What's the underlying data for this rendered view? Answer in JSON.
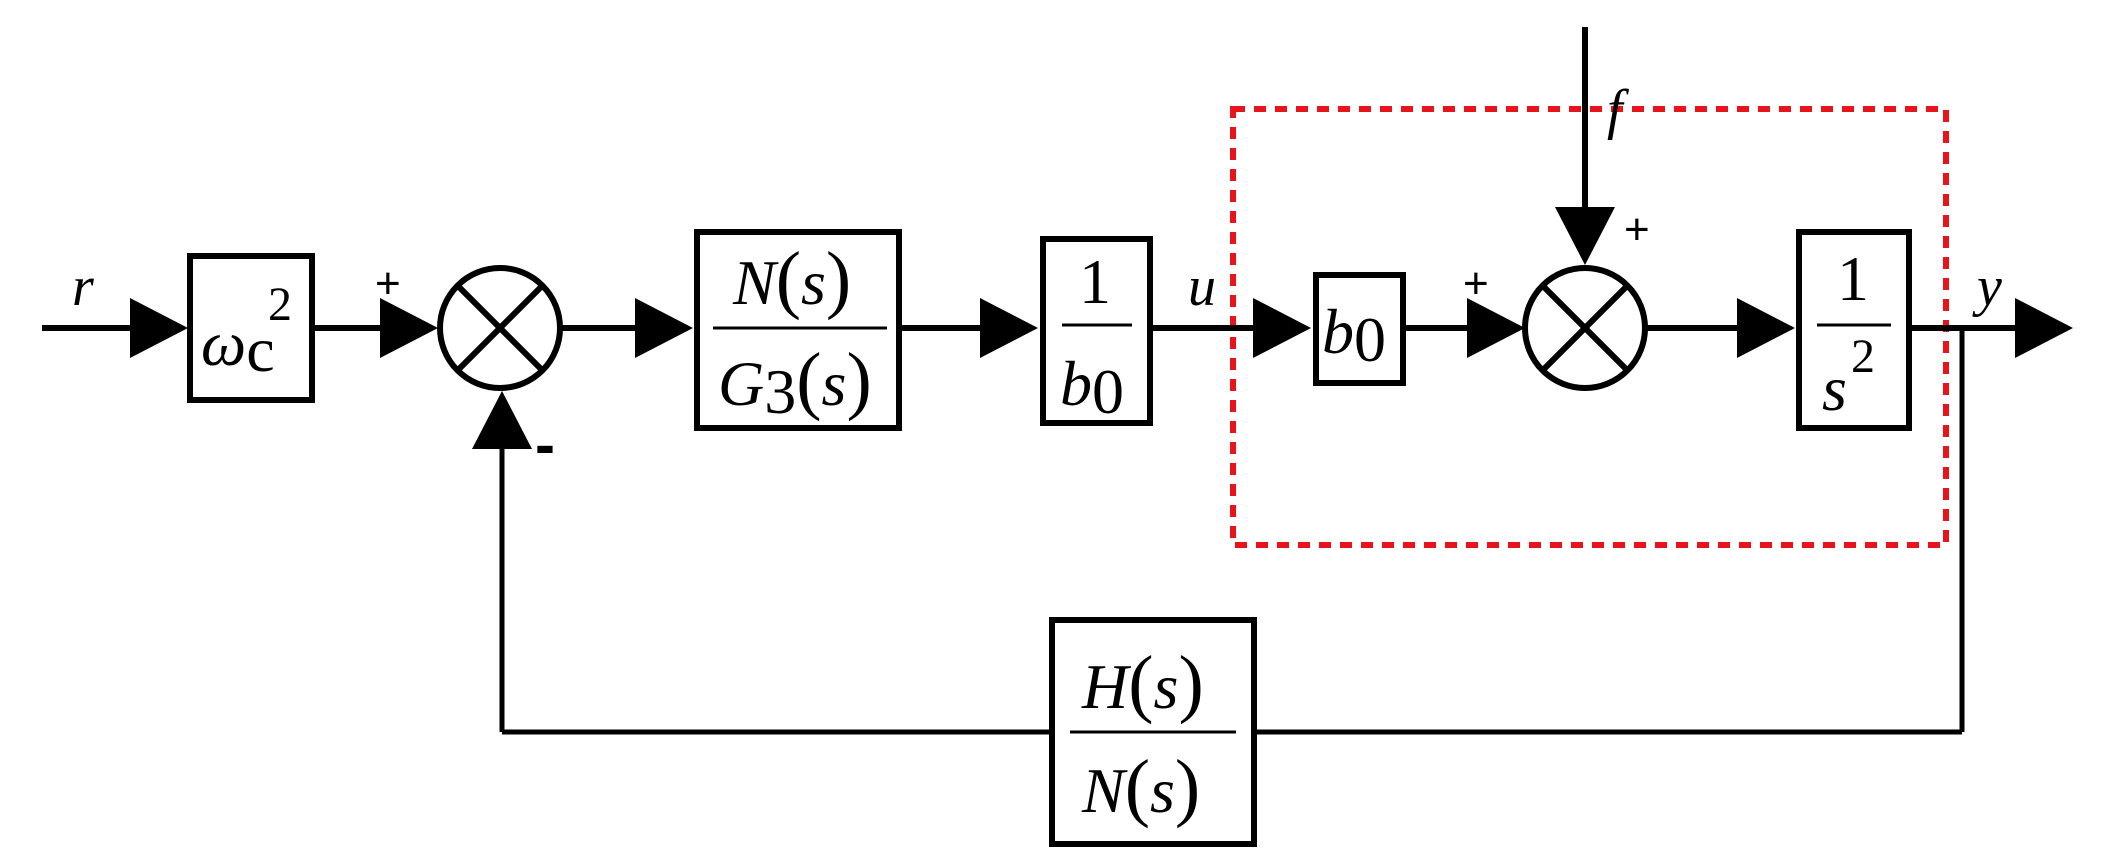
{
  "signals": {
    "r": "r",
    "u": "u",
    "y": "y",
    "f": "f"
  },
  "blocks": {
    "gain_wc": {
      "base": "ω",
      "sub": "c",
      "sup": "2"
    },
    "controller": {
      "num_fn": "N",
      "den_fn": "G",
      "den_sub": "3",
      "arg": "s"
    },
    "inv_b0": {
      "num": "1",
      "den": "b",
      "den_sub": "0"
    },
    "b0": {
      "base": "b",
      "sub": "0"
    },
    "plant": {
      "num": "1",
      "den": "s",
      "den_sup": "2"
    },
    "feedback": {
      "num_fn": "H",
      "den_fn": "N",
      "arg": "s"
    }
  },
  "signs": {
    "sum1_plus": "+",
    "sum1_minus": "-",
    "sum2_plus_left": "+",
    "sum2_plus_top": "+"
  },
  "colors": {
    "line": "#000000",
    "dashed_region": "#e8141c"
  }
}
